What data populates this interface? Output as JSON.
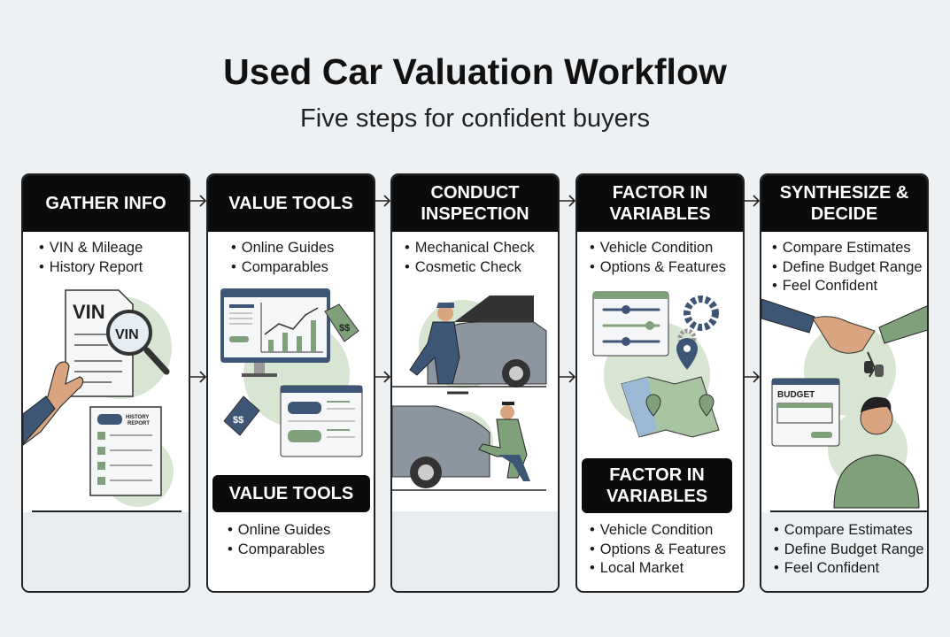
{
  "title": "Used Car Valuation Workflow",
  "subtitle": "Five steps for confident buyers",
  "steps": [
    {
      "header": "GATHER INFO",
      "bullets": [
        "VIN & Mileage",
        "History Report"
      ],
      "illustration_text": {
        "doc": "VIN",
        "lens": "VIN",
        "report": "HISTORY REPORT"
      }
    },
    {
      "header": "VALUE TOOLS",
      "bullets": [
        "Online Guides",
        "Comparables"
      ],
      "sub_header": "VALUE TOOLS",
      "sub_bullets": [
        "Online Guides",
        "Comparables"
      ],
      "tag_text": "$$"
    },
    {
      "header": "CONDUCT INSPECTION",
      "bullets": [
        "Mechanical Check",
        "Cosmetic Check"
      ]
    },
    {
      "header": "FACTOR IN VARIABLES",
      "bullets": [
        "Vehicle Condition",
        "Options & Features"
      ],
      "sub_header": "FACTOR IN VARIABLES",
      "sub_bullets": [
        "Vehicle Condition",
        "Options & Features",
        "Local Market"
      ]
    },
    {
      "header": "SYNTHESIZE & DECIDE",
      "bullets": [
        "Compare Estimates",
        "Define Budget Range",
        "Feel Confident"
      ],
      "budget_label": "BUDGET",
      "sub_bullets": [
        "Compare Estimates",
        "Define Budget Range",
        "Feel Confident"
      ]
    }
  ],
  "colors": {
    "accent_green": "#7fa07a",
    "light_green": "#d8e5d2",
    "navy": "#3d5675",
    "header": "#0b0b0b"
  }
}
